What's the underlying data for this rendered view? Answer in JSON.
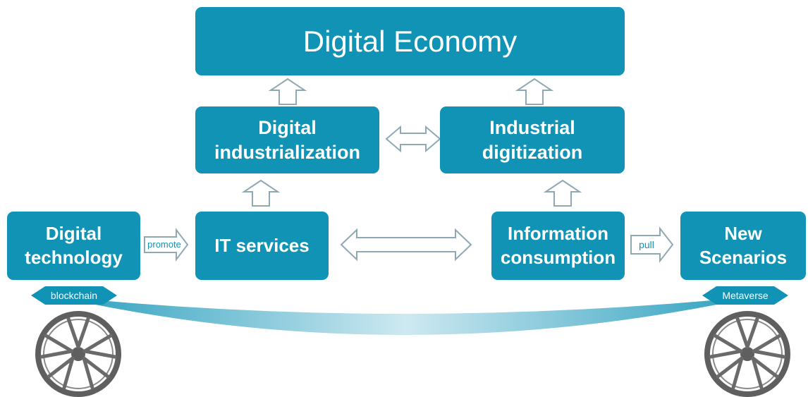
{
  "boxes": {
    "digital_economy": "Digital Economy",
    "digital_industrialization": [
      "Digital",
      "industrialization"
    ],
    "industrial_digitization": [
      "Industrial",
      "digitization"
    ],
    "digital_technology": [
      "Digital",
      "technology"
    ],
    "it_services": "IT services",
    "information_consumption": [
      "Information",
      "consumption"
    ],
    "new_scenarios": [
      "New",
      "Scenarios"
    ]
  },
  "arrow_labels": {
    "promote": "promote",
    "pull": "pull"
  },
  "tags": {
    "left": "blockchain",
    "right": "Metaverse"
  },
  "colors": {
    "box_fill": "#1193b6",
    "box_text": "#ffffff",
    "arrow_outline": "#8fa9b4",
    "wheel": "#5f5f5f",
    "arrow_label_text": "#1193b6"
  }
}
